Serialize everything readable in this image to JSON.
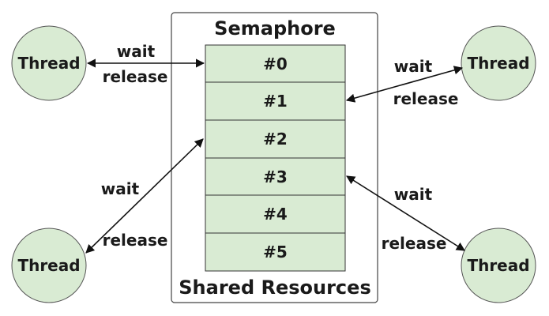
{
  "semaphore": {
    "title": "Semaphore",
    "footer": "Shared Resources",
    "slots": [
      "#0",
      "#1",
      "#2",
      "#3",
      "#4",
      "#5"
    ]
  },
  "threads": {
    "top_left": "Thread",
    "top_right": "Thread",
    "bottom_left": "Thread",
    "bottom_right": "Thread"
  },
  "connections": {
    "top_left": {
      "wait": "wait",
      "release": "release"
    },
    "top_right": {
      "wait": "wait",
      "release": "release"
    },
    "bottom_left": {
      "wait": "wait",
      "release": "release"
    },
    "bottom_right": {
      "wait": "wait",
      "release": "release"
    }
  },
  "colors": {
    "thread_fill": "#d9ebd3",
    "slot_fill": "#d9ebd3",
    "stroke": "#222222",
    "background": "#ffffff"
  }
}
